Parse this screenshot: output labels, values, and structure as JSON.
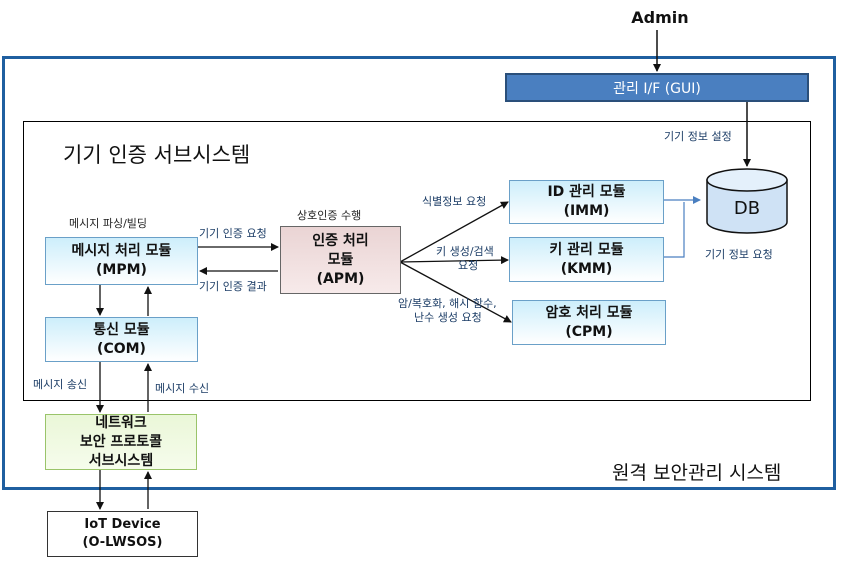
{
  "admin_label": "Admin",
  "gui": {
    "label": "관리 I/F (GUI)"
  },
  "outer_system": {
    "title": "원격 보안관리 시스템"
  },
  "subsystem": {
    "title": "기기 인증 서브시스템"
  },
  "modules": {
    "mpm": {
      "line1": "메시지 처리 모듈",
      "line2": "(MPM)"
    },
    "com": {
      "line1": "통신 모듈",
      "line2": "(COM)"
    },
    "apm": {
      "line1": "인증 처리",
      "line2": "모듈",
      "line3": "(APM)"
    },
    "imm": {
      "line1": "ID 관리 모듈",
      "line2": "(IMM)"
    },
    "kmm": {
      "line1": "키 관리 모듈",
      "line2": "(KMM)"
    },
    "cpm": {
      "line1": "암호 처리 모듈",
      "line2": "(CPM)"
    },
    "db": {
      "label": "DB"
    },
    "network": {
      "line1": "네트워크",
      "line2": "보안 프로토콜",
      "line3": "서브시스템"
    },
    "iot": {
      "line1": "IoT Device",
      "line2": "(O-LWSOS)"
    }
  },
  "labels": {
    "parsing": "메시지 파싱/빌딩",
    "mutual_auth": "상호인증 수행",
    "auth_request": "기기 인증 요청",
    "auth_result": "기기 인증 결과",
    "id_request": "식별정보 요청",
    "key_request_1": "키 생성/검색",
    "key_request_2": "요청",
    "crypto_request_1": "암/복호화, 해시 함수,",
    "crypto_request_2": "난수 생성 요청",
    "device_info_set": "기기 정보 설정",
    "device_info_request": "기기 정보 요청",
    "msg_send": "메시지 송신",
    "msg_recv": "메시지 수신"
  }
}
